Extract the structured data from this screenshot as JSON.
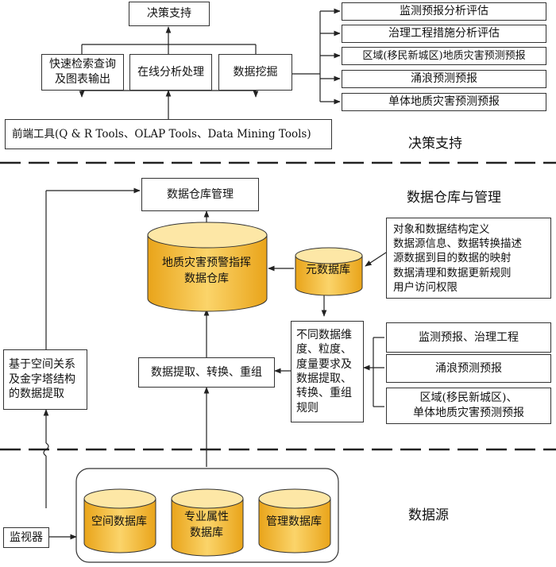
{
  "decision": {
    "top": "决策支持",
    "tools": [
      "快速检索查询\n及图表输出",
      "在线分析处理",
      "数据挖掘"
    ],
    "frontend": "前端工具(Q & R Tools、OLAP Tools、Data Mining Tools)",
    "applications": [
      "监测预报分析评估",
      "治理工程措施分析评估",
      "区域(移民新城区)地质灾害预测预报",
      "涌浪预测预报",
      "单体地质灾害预测预报"
    ],
    "section_label": "决策支持"
  },
  "warehouse": {
    "section_label": "数据仓库与管理",
    "management": "数据仓库管理",
    "main_db": "地质灾害预警指挥\n数据仓库",
    "meta_db": "元数据库",
    "meta_desc": "对象和数据结构定义\n数据源信息、数据转换描述\n源数据到目的数据的映射\n数据清理和数据更新规则\n用户访问权限",
    "extract": "数据提取、转换、重组",
    "spatial_extract": "基于空间关系\n及金字塔结构\n的数据提取",
    "rules": "不同数据维\n度、粒度、\n度量要求及\n数据提取、\n转换、重组\n规则",
    "requirements": [
      "监测预报、治理工程",
      "涌浪预测预报",
      "区域(移民新城区)、\n单体地质灾害预测预报"
    ]
  },
  "sources": {
    "section_label": "数据源",
    "monitor": "监视器",
    "databases": [
      "空间数据库",
      "专业属性\n数据库",
      "管理数据库"
    ]
  },
  "colors": {
    "cylinder_fill": "#f3b935",
    "cylinder_top": "#fde7a6",
    "line": "#222222"
  }
}
